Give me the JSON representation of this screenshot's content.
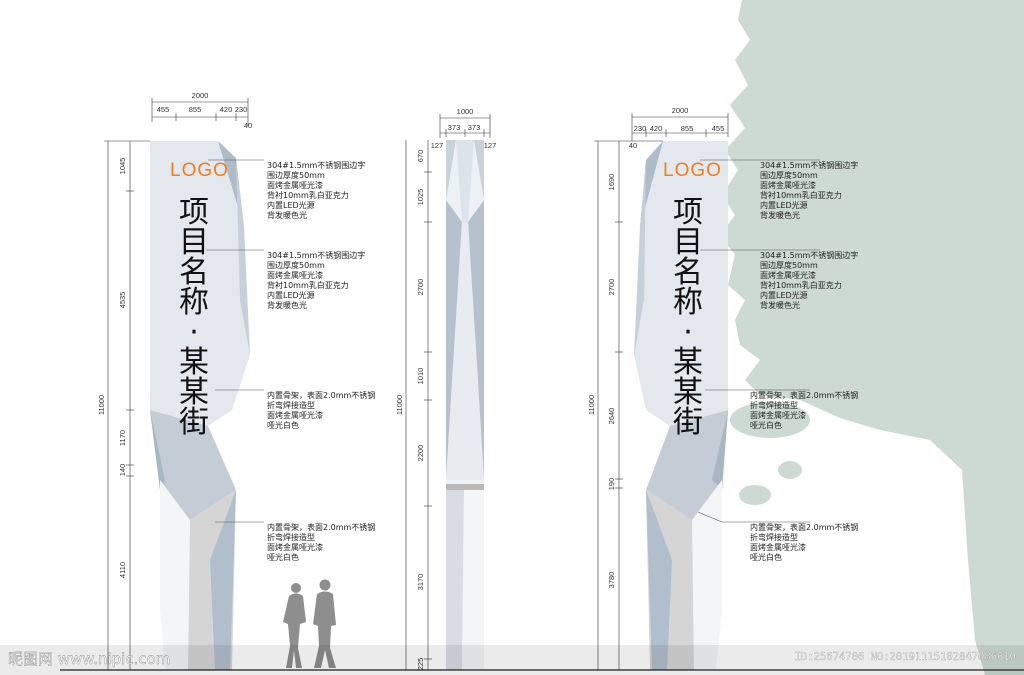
{
  "logo_text": "LOGO",
  "title_chars": [
    "项",
    "目",
    "名",
    "称",
    "·",
    "某",
    "某",
    "街"
  ],
  "notes": {
    "logo_spec": [
      "304#1.5mm不锈钢围边字",
      "围边厚度50mm",
      "面烤金属哑光漆",
      "背衬10mm乳白亚克力",
      "内置LED光源",
      "背发暖色光"
    ],
    "frame_upper": [
      "内置骨架，表面2.0mm不锈钢",
      "折弯焊接造型",
      "面烤金属哑光漆",
      "哑光白色"
    ],
    "frame_lower": [
      "内置骨架，表面2.0mm不锈钢",
      "折弯焊接造型",
      "面烤金属哑光漆",
      "哑光白色"
    ]
  },
  "views": {
    "left": {
      "top_total": "2000",
      "top_parts": [
        "455",
        "855",
        "420",
        "230"
      ],
      "top_offset": "40",
      "height_total": "11000",
      "height_parts": [
        "1045",
        "4535",
        "1170",
        "140",
        "4110"
      ]
    },
    "middle": {
      "top_total": "1000",
      "top_parts": [
        "127",
        "373",
        "373",
        "127"
      ],
      "height_total": "11000",
      "height_parts": [
        "670",
        "1025",
        "2700",
        "1010",
        "2200",
        "3170",
        "225"
      ]
    },
    "right": {
      "top_total": "2000",
      "top_parts": [
        "230",
        "420",
        "855",
        "455"
      ],
      "top_offset": "40",
      "height_total": "11000",
      "height_parts": [
        "1690",
        "2700",
        "2640",
        "190",
        "3780"
      ]
    }
  },
  "watermark": {
    "site": "昵图网 www.nipic.com",
    "id": "ID:25674706 NO:20191115102847086610"
  },
  "colors": {
    "panel": "#e3e8ee",
    "facet_blue": "#aebbc8",
    "facet_light": "#f6f7f8",
    "facet_grey": "#d2d2d2",
    "tree": "#cdd9d3",
    "logo": "#f07d1e"
  }
}
